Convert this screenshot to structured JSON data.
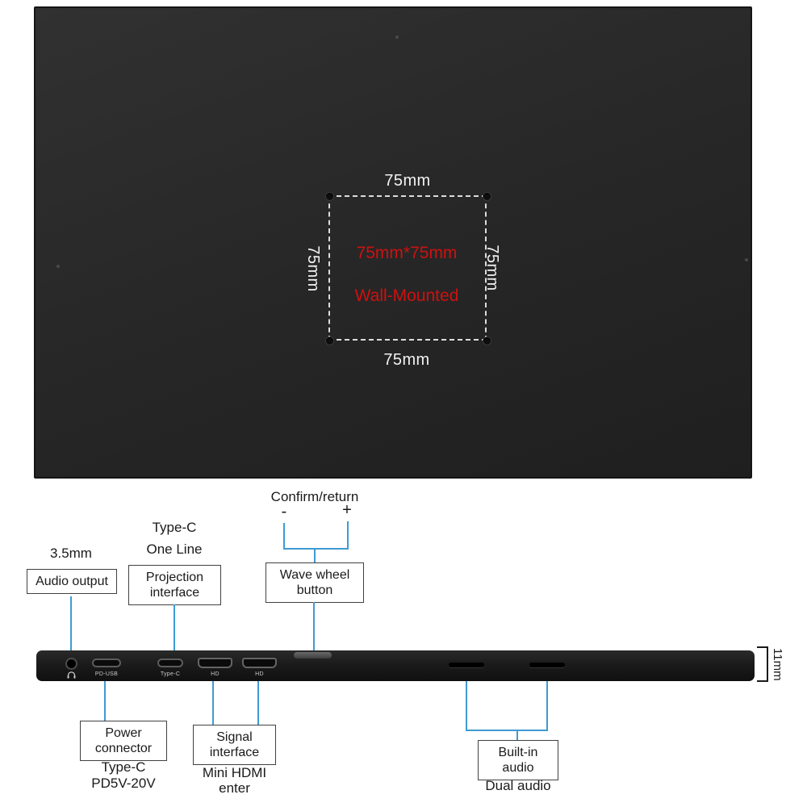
{
  "back_panel": {
    "vesa_top": "75mm",
    "vesa_bottom": "75mm",
    "vesa_left": "75mm",
    "vesa_right": "75mm",
    "vesa_center_line1": "75mm*75mm",
    "vesa_center_line2": "Wall-Mounted"
  },
  "side_view": {
    "pd_usb_label": "PD-USB",
    "type_c_label": "Type-C",
    "hd1_label": "HD",
    "hd2_label": "HD",
    "thickness_label": "11mm"
  },
  "callouts": {
    "audio_output": {
      "title": "3.5mm",
      "label": "Audio output"
    },
    "projection": {
      "title1": "Type-C",
      "title2": "One Line",
      "line1": "Projection",
      "line2": "interface"
    },
    "wave_wheel": {
      "title": "Confirm/return",
      "minus": "-",
      "plus": "+",
      "line1": "Wave wheel",
      "line2": "button"
    },
    "power": {
      "line1": "Power",
      "line2": "connector",
      "sub1": "Type-C",
      "sub2": "PD5V-20V"
    },
    "signal": {
      "line1": "Signal",
      "line2": "interface",
      "sub1": "Mini HDMI",
      "sub2": "enter"
    },
    "builtin_audio": {
      "line1": "Built-in",
      "line2": "audio",
      "sub": "Dual audio"
    }
  },
  "colors": {
    "accent_blue": "#3f9ad2",
    "red_text": "#cf1010",
    "panel_dark": "#272727"
  }
}
